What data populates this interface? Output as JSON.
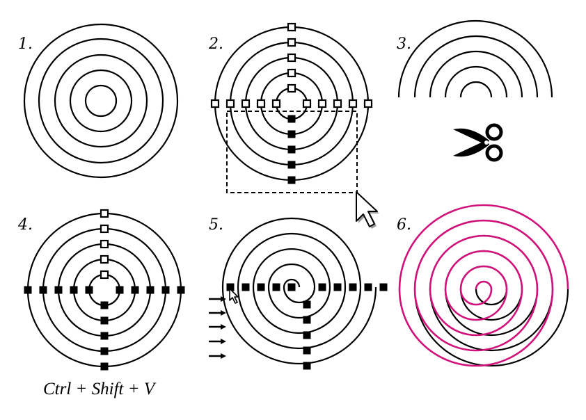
{
  "steps": [
    {
      "id": "1",
      "label": "1."
    },
    {
      "id": "2",
      "label": "2."
    },
    {
      "id": "3",
      "label": "3."
    },
    {
      "id": "4",
      "label": "4."
    },
    {
      "id": "5",
      "label": "5."
    },
    {
      "id": "6",
      "label": "6."
    }
  ],
  "shortcut": {
    "text": "Ctrl + Shift + V"
  },
  "colors": {
    "stroke": "#000000",
    "spiral_highlight": "#d1127a",
    "background": "#ffffff"
  },
  "icons": {
    "scissors": "scissors-icon",
    "cursor": "arrow-cursor-icon",
    "arrows": "right-arrow-icon"
  }
}
